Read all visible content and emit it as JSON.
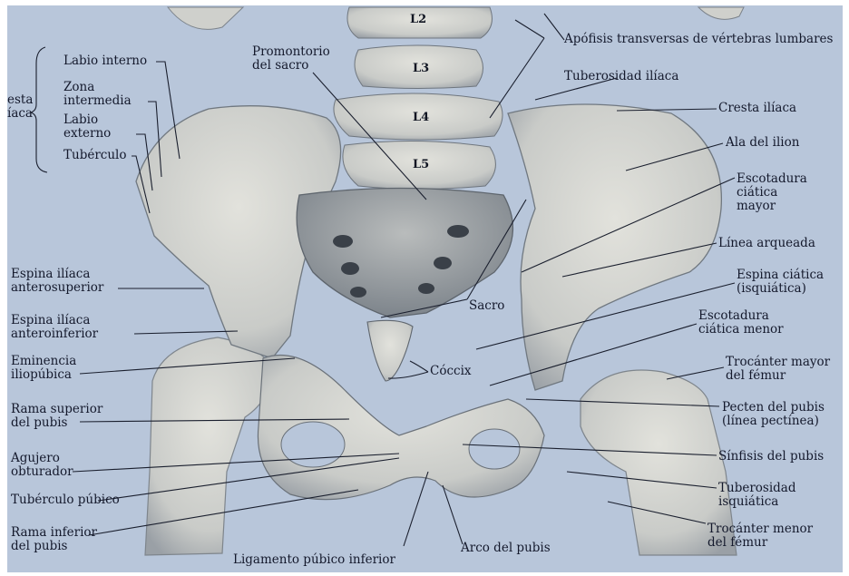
{
  "figure": {
    "colors": {
      "background": "#b8c6da",
      "bone": "#d8d8d2",
      "bone_shade": "#8e959c",
      "line": "#1a1f2e",
      "frame": "#ffffff"
    },
    "vertebrae": [
      "L2",
      "L3",
      "L4",
      "L5"
    ],
    "cresta_iliaca_left": "esta\níaca",
    "labels": {
      "labio_interno": "Labio interno",
      "zona_intermedia": "Zona\nintermedia",
      "labio_externo": "Labio\nexterno",
      "tuberculo": "Tubérculo",
      "promontorio": "Promontorio\ndel sacro",
      "apofisis": "Apófisis transversas de vértebras lumbares",
      "tuberosidad_iliaca": "Tuberosidad ilíaca",
      "cresta_iliaca": "Cresta ilíaca",
      "ala_ilion": "Ala del ilion",
      "escotadura_mayor": "Escotadura\nciática\nmayor",
      "linea_arqueada": "Línea arqueada",
      "espina_ciatica": "Espina ciática\n(isquiática)",
      "escotadura_menor": "Escotadura\nciática menor",
      "trocanter_mayor": "Trocánter mayor\ndel fémur",
      "pecten": "Pecten del pubis\n(línea pectínea)",
      "sinfisis": "Sínfisis del pubis",
      "tuberosidad_isquiatica": "Tuberosidad\nisquiática",
      "trocanter_menor": "Trocánter menor\ndel fémur",
      "arco_pubis": "Arco del pubis",
      "ligamento": "Ligamento púbico inferior",
      "espina_antsup": "Espina ilíaca\nanterosuperior",
      "espina_antinf": "Espina ilíaca\nanteroinferior",
      "eminencia": "Eminencia\niliopúbica",
      "rama_superior": "Rama superior\ndel pubis",
      "agujero": "Agujero\nobturador",
      "tuberculo_pubico": "Tubérculo púbico",
      "rama_inferior": "Rama inferior\ndel pubis",
      "sacro": "Sacro",
      "coccix": "Cóccix"
    }
  }
}
